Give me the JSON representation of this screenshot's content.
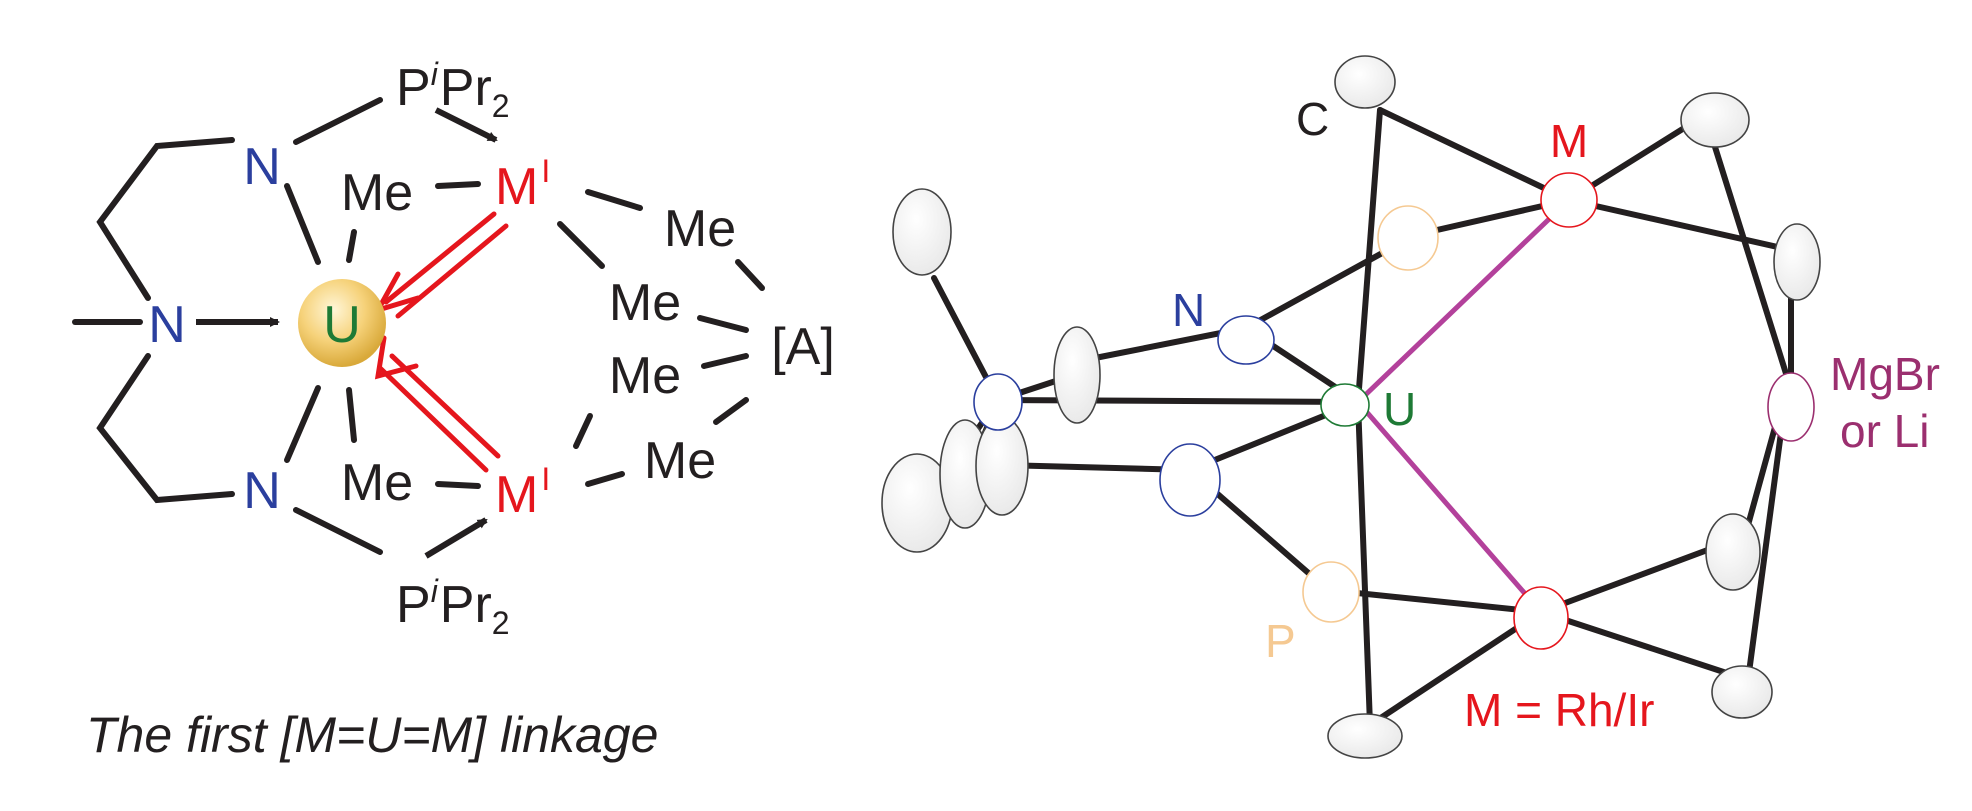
{
  "colors": {
    "bond": "#231f20",
    "nitrogen": "#2b3f9e",
    "metal": "#e5161d",
    "uranium": "#1e7a35",
    "phosphorus": "#f5c992",
    "magnesium": "#9b2f6f",
    "u_m_bond": "#b3419b",
    "u_sphere": "#f6d27a"
  },
  "scheme": {
    "labels": {
      "N": "N",
      "U": "U",
      "Me": "Me",
      "M": "M",
      "M_ox": "I",
      "A": "[A]",
      "P": "P",
      "P_sup": "i",
      "P_pr": "Pr",
      "P_sub": "2"
    },
    "caption": "The first [M=U=M] linkage"
  },
  "ortep": {
    "labels": {
      "C": "C",
      "M": "M",
      "N": "N",
      "U": "U",
      "P": "P",
      "mg_line1": "MgBr",
      "mg_line2": "or Li",
      "m_def": "M = Rh/Ir"
    }
  }
}
